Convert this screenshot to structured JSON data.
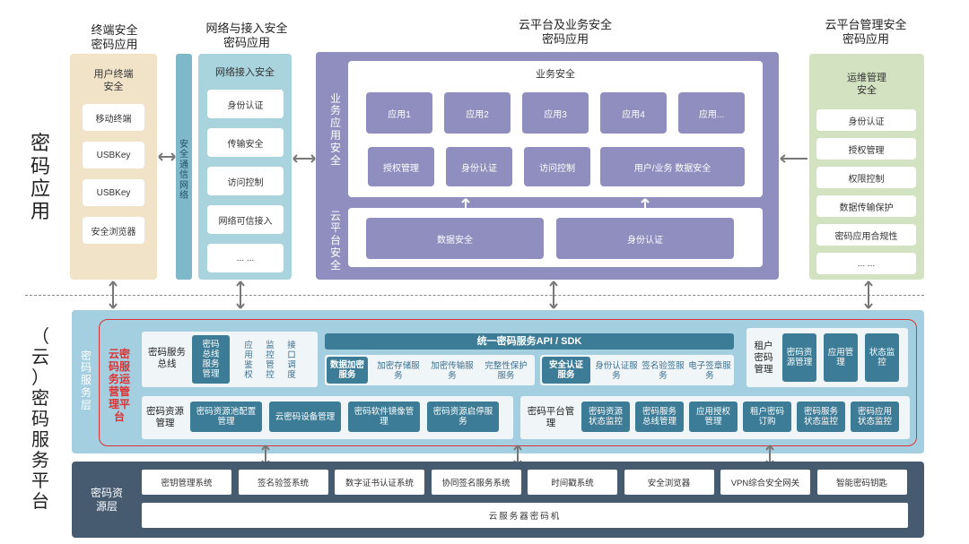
{
  "left_labels": {
    "app": "密码应用",
    "service": "（云）密码服务平台"
  },
  "headers": {
    "terminal": "终端安全\n密码应用",
    "network": "网络与接入安全\n密码应用",
    "cloud": "云平台及业务安全\n密码应用",
    "ops": "云平台管理安全\n密码应用"
  },
  "terminal": {
    "title": "用户终端\n安全",
    "items": [
      "移动终端",
      "USBKey",
      "USBKey",
      "安全浏览器"
    ]
  },
  "secure_channel": "安全通信网络",
  "network": {
    "title": "网络接入安全",
    "items": [
      "身份认证",
      "传输安全",
      "访问控制",
      "网络可信接入",
      "... ..."
    ]
  },
  "cloud": {
    "business_vertical": "业务应用安全",
    "business_title": "业务安全",
    "apps": [
      "应用1",
      "应用2",
      "应用3",
      "应用4",
      "应用..."
    ],
    "funcs": [
      "授权管理",
      "身份认证",
      "访问控制",
      "用户/业务 数据安全"
    ],
    "platform_vertical": "云平台安全",
    "platform_items": [
      "数据安全",
      "身份认证"
    ]
  },
  "ops": {
    "title": "运维管理\n安全",
    "items": [
      "身份认证",
      "授权管理",
      "权限控制",
      "数据传输保护",
      "密码应用合规性",
      "... ..."
    ]
  },
  "service_layer": {
    "layer_label": "密码服务层",
    "ops_label": "云密码服务运营管理平台",
    "bus_label": "密码服务总线",
    "bus_mgmt": "密码总线服务管理",
    "bus_items": [
      "应用鉴权",
      "监控管控",
      "接口调度"
    ],
    "api_title": "统一密码服务API / SDK",
    "enc_title": "数据加密服务",
    "enc_items": [
      "加密存储服务",
      "加密传输服务",
      "完整性保护服务"
    ],
    "auth_title": "安全认证服务",
    "auth_items": [
      "身份认证服务",
      "签名验签服务",
      "电子签章服务"
    ],
    "tenant_label": "租户密码管理",
    "tenant_items": [
      "密码资源管理",
      "应用管理",
      "状态监控"
    ],
    "resource_mgmt_label": "密码资源管理",
    "resource_mgmt_items": [
      "密码资源池配置管理",
      "云密码设备管理",
      "密码软件镜像管理",
      "密码资源启停服务"
    ],
    "platform_mgmt_label": "密码平台管理",
    "platform_mgmt_items": [
      "密码资源状态监控",
      "密码服务总线管理",
      "应用授权管理",
      "租户密码订购",
      "密码服务状态监控",
      "密码应用状态监控"
    ]
  },
  "resource_layer": {
    "label": "密码资源层",
    "items": [
      "密钥管理系统",
      "签名验签系统",
      "数字证书认证系统",
      "协同签名服务系统",
      "时间戳系统",
      "安全浏览器",
      "VPN综合安全网关",
      "智能密码钥匙"
    ],
    "hsm": "云服务器密码机"
  },
  "colors": {
    "terminal": "#f1e3c8",
    "network": "#a9d3dd",
    "cloud": "#8f8ebe",
    "ops": "#d3e2c1",
    "service": "#a3cfe0",
    "teal": "#3d7c97",
    "resource": "#465a70",
    "accent_red": "#d33333"
  }
}
